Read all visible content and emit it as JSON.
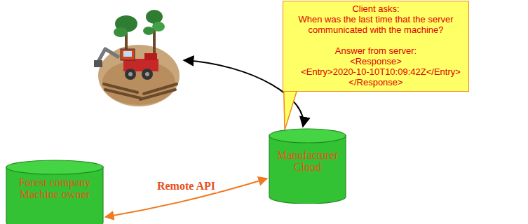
{
  "diagram": {
    "nodes": [
      {
        "text": [
          "Client asks:",
          "When was the last time that the server communicated with the machine?",
          "Answer from server:",
          "<Response>",
          "<Entry>2020-10-10T10:09:42Z</Entry>",
          "</Response>"
        ]
      },
      {
        "text": [
          "Manufacturer Cloud"
        ]
      },
      {
        "text": [
          "Forest company Machine owner"
        ]
      }
    ],
    "edges": [
      {
        "from": 2,
        "to": 1,
        "label": "Remote API",
        "arrow": "both"
      }
    ]
  }
}
